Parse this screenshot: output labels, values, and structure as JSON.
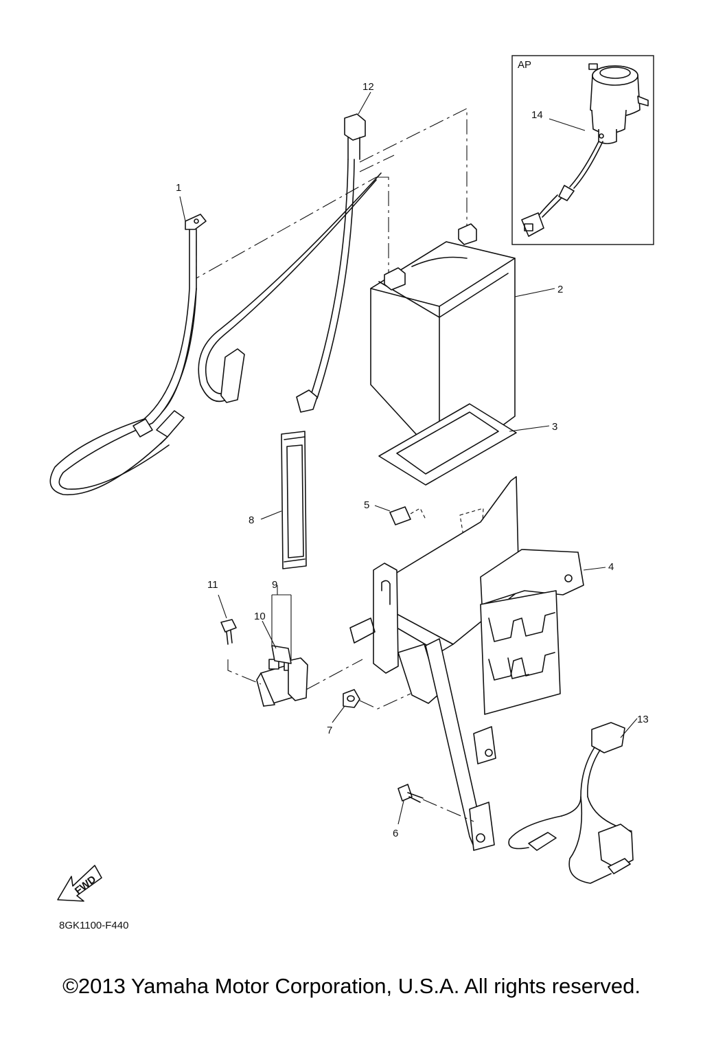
{
  "diagram": {
    "inset_label": "AP",
    "callouts": [
      "1",
      "2",
      "3",
      "4",
      "5",
      "6",
      "7",
      "8",
      "9",
      "10",
      "11",
      "12",
      "13",
      "14"
    ],
    "fwd_label": "FWD",
    "diagram_code": "8GK1100-F440"
  },
  "footer": {
    "copyright": "©2013 Yamaha Motor Corporation, U.S.A. All rights reserved."
  }
}
